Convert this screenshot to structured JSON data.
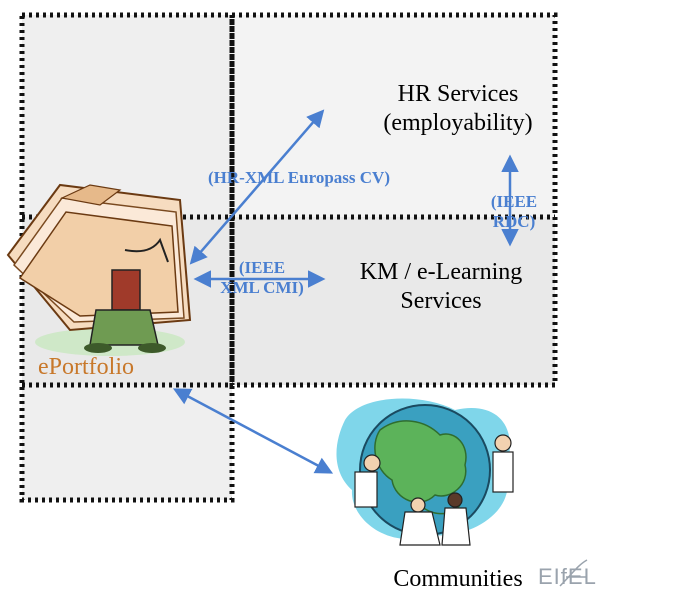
{
  "labels": {
    "hr": [
      "HR Services",
      "(employability)"
    ],
    "km": [
      "KM / e-Learning",
      "Services"
    ],
    "eportfolio": "ePortfolio",
    "communities": "Communities"
  },
  "standards": {
    "hr_xml": "(HR-XML Europass CV)",
    "ieee_xml": [
      "(IEEE",
      "XML CMI)"
    ],
    "ieee_rdc": [
      "(IEEE",
      "RDC)"
    ]
  },
  "logo": "EIfEL",
  "colors": {
    "region_fill": "#efefef",
    "dots": "#000000",
    "arrow": "#4a7fd0",
    "standard_text": "#4a7fd0",
    "eportfolio_text": "#c8782a"
  },
  "icons": [
    "folder-character-clipart-icon",
    "globe-people-clipart-icon",
    "eifel-logo-icon"
  ]
}
